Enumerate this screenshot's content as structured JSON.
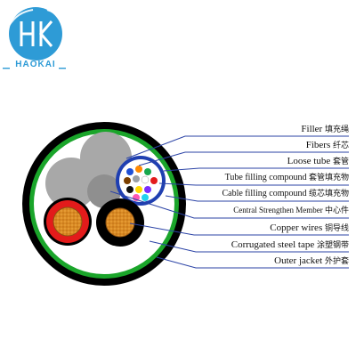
{
  "brand": {
    "logo_text": "HK",
    "name": "HAOKAI",
    "color": "#2e9bd6"
  },
  "diagram": {
    "labels": [
      {
        "en": "Filler",
        "zh": "填充绳"
      },
      {
        "en": "Fibers",
        "zh": "纤芯"
      },
      {
        "en": "Loose tube",
        "zh": "套管"
      },
      {
        "en": "Tube filling compound",
        "zh": "套管填充物"
      },
      {
        "en": "Cable filling compound",
        "zh": "缆芯填充物"
      },
      {
        "en": "Central Strengthen Member",
        "zh": "中心件"
      },
      {
        "en": "Copper wires",
        "zh": "铜导线"
      },
      {
        "en": "Corrugated steel tape",
        "zh": "涂塑钢带"
      },
      {
        "en": "Outer jacket",
        "zh": "外护套"
      }
    ],
    "colors": {
      "outer_jacket": "#000000",
      "steel_tape": "#1aa52a",
      "core_fill": "#ffffff",
      "filler": "#a8a8a8",
      "central_member": "#8f8f8f",
      "loose_tube": "#1f3fb1",
      "copper_jacket_red": "#e31b1b",
      "copper": "#d98a24",
      "leader_line": "#2b43a6"
    },
    "fiber_colors": [
      "#1e4fd6",
      "#ff8a00",
      "#18a84d",
      "#7b3f00",
      "#9aa0a6",
      "#ffffff",
      "#e41b1b",
      "#111111",
      "#ffd800",
      "#7a2cff",
      "#ff58b2",
      "#22d3ee"
    ]
  }
}
